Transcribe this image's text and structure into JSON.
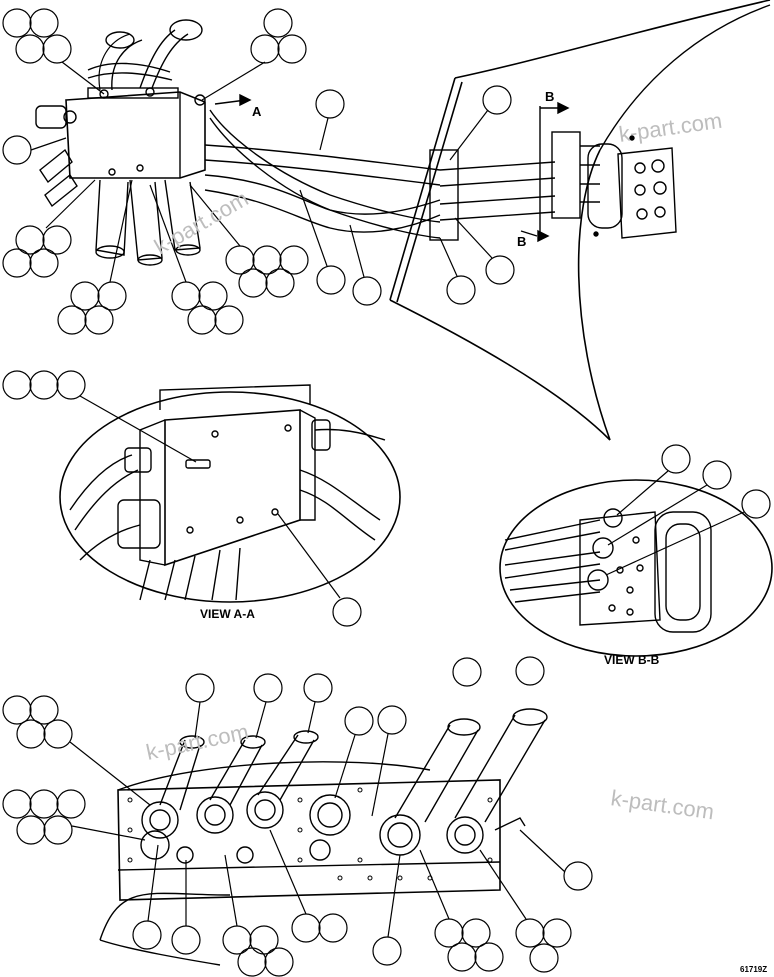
{
  "view_labels": {
    "arrow_a": "A",
    "arrow_b_top": "B",
    "arrow_b_bottom": "B",
    "view_aa": "VIEW A-A",
    "view_bb": "VIEW B-B"
  },
  "drawing_number": "61719Z",
  "watermark": "k-part.com",
  "colors": {
    "line": "#000000",
    "background": "#ffffff",
    "watermark": "#bdbdbd"
  }
}
